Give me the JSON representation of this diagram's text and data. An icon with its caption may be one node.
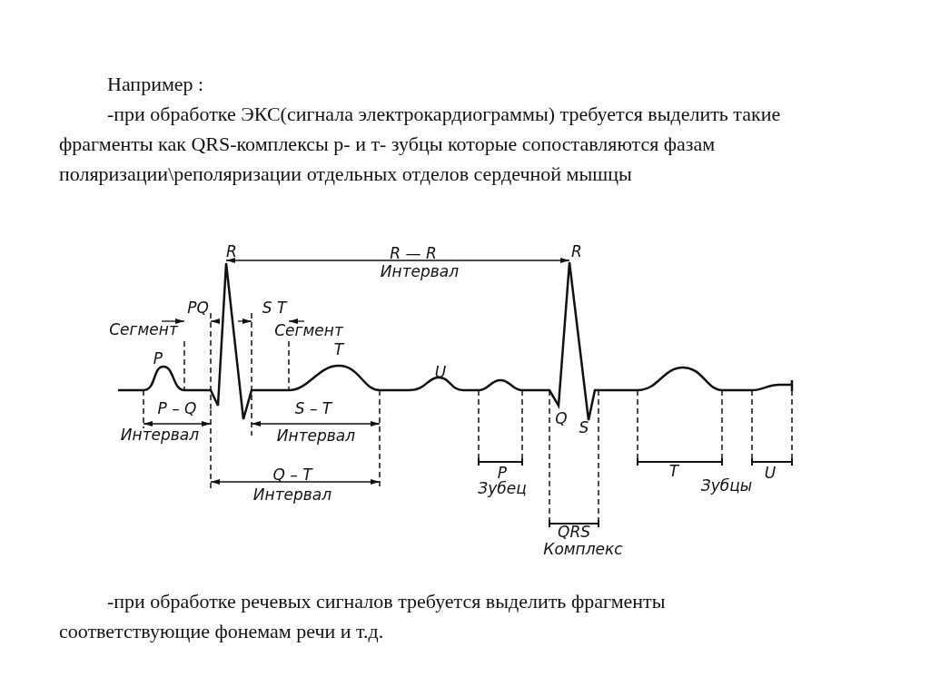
{
  "diagram": {
    "labels": [
      "Например :",
      "-при обработке ЭКС(сигнала электрокардиограммы) требуется выделить такие фрагменты как QRS-комплексы р- и т- зубцы которые сопоставляются фазам поляризации\\реполяризации отдельных отделов сердечной мышцы",
      "R",
      "R — R",
      "R",
      "Интервал",
      "PQ",
      "S T",
      "Сегмент",
      "Сегмент",
      "T",
      "P",
      "U",
      "P – Q",
      "S – T",
      "Q",
      "S",
      "Интервал",
      "Интервал",
      "P",
      "T",
      "U",
      "Зубец",
      "Зубцы",
      "Q – T",
      "Интервал",
      "QRS",
      "Комплекс",
      "-при обработке речевых сигналов требуется выделить фрагменты соответствующие фонемам речи и т.д."
    ]
  }
}
